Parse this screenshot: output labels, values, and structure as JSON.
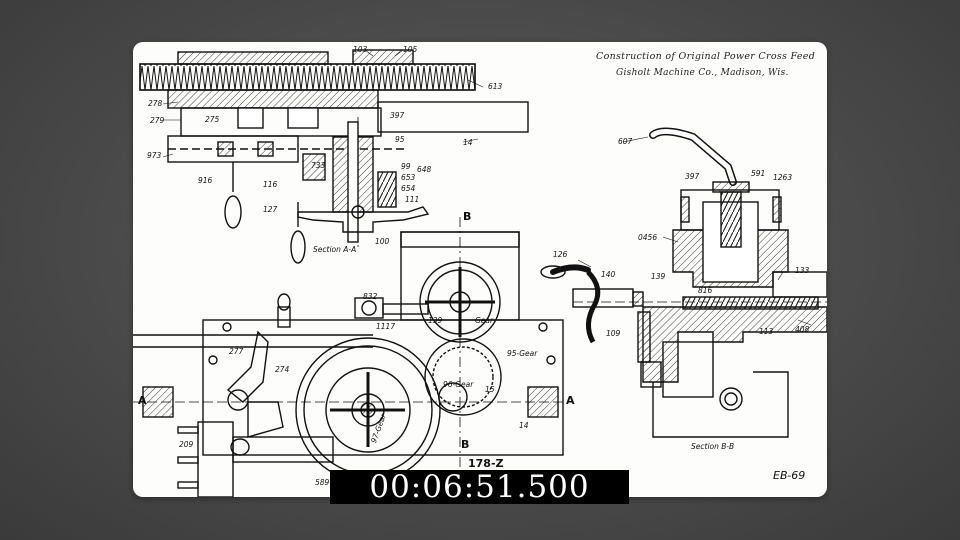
{
  "title": {
    "line1": "Construction of Original Power Cross Feed",
    "line2": "Gisholt Machine Co., Madison, Wis."
  },
  "timecode": "00:06:51.500",
  "drawing_number": "EB-69",
  "figure_number": "178-Z",
  "section_labels": [
    "Section A-A",
    "Section B-B"
  ],
  "section_letters": {
    "a": "A",
    "b": "B"
  },
  "part_numbers": {
    "p103": "103",
    "p105": "105",
    "p613": "613",
    "p278": "278",
    "p279": "279",
    "p275": "275",
    "p397a": "397",
    "p14a": "14",
    "p95": "95",
    "p973": "973",
    "p99": "99",
    "p648": "648",
    "p653": "653",
    "p654": "654",
    "p111": "111",
    "p916": "916",
    "p116": "116",
    "p733": "733",
    "p127": "127",
    "p100": "100",
    "p607": "607",
    "p397b": "397",
    "p591": "591",
    "p1263": "1263",
    "p0456": "0456",
    "p133": "133",
    "p126": "126",
    "p140": "140",
    "p139a": "139",
    "p816": "816",
    "p113": "113",
    "p408": "408",
    "p109": "109",
    "p832": "832",
    "p1117": "1117",
    "p139b": "139",
    "gear_a": "Gear",
    "p95gear": "95-Gear",
    "p96gear": "96-Gear",
    "p15": "15",
    "p277": "277",
    "p274": "274",
    "p209": "209",
    "p14b": "14",
    "p97gear": "97-Gear",
    "p589": "589"
  }
}
